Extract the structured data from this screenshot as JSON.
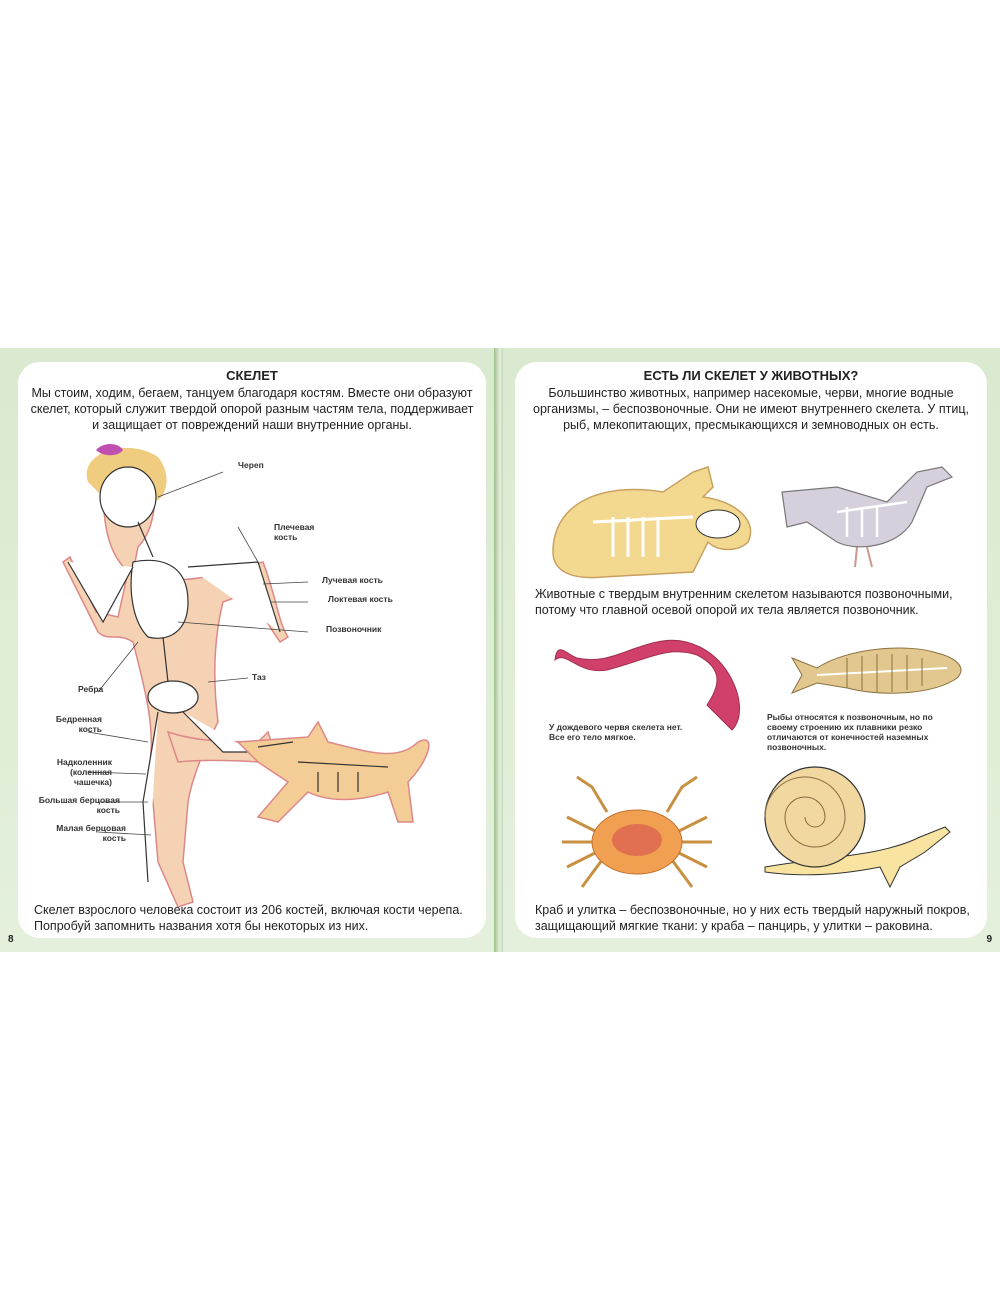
{
  "left_page": {
    "title": "СКЕЛЕТ",
    "intro": "Мы стоим, ходим, бегаем, танцуем благодаря костям. Вместе они образуют скелет, который служит твердой опорой разным частям тела, поддерживает и защищает от повреждений наши внутренние органы.",
    "labels": {
      "skull": "Череп",
      "humerus": "Плечевая кость",
      "radius": "Лучевая кость",
      "ulna": "Локтевая кость",
      "spine": "Позвоночник",
      "pelvis": "Таз",
      "ribs": "Ребра",
      "femur": "Бедренная кость",
      "patella": "Надколенник (коленная чашечка)",
      "tibia": "Большая берцовая кость",
      "fibula": "Малая берцовая кость"
    },
    "footer": "Скелет взрослого человека состоит из 206 костей, включая кости черепа. Попробуй запомнить названия хотя бы некоторых из них.",
    "page_number": "8"
  },
  "right_page": {
    "title": "ЕСТЬ ЛИ СКЕЛЕТ У ЖИВОТНЫХ?",
    "intro": "Большинство животных, например насекомые, черви, многие водные организмы, – беспозвоночные. Они не имеют внутреннего скелета. У птиц, рыб, млекопитающих, пресмыкающихся и земноводных он есть.",
    "vertebrates_text": "Животные с твердым внутренним скелетом называются позвоночными, потому что главной осевой опорой их тела является позвоночник.",
    "worm_caption": "У дождевого червя скелета нет. Все его тело мягкое.",
    "fish_caption": "Рыбы относятся к позвоночным, но по своему строению их плавники резко отличаются от конечностей наземных позвоночных.",
    "footer": "Краб и улитка – беспозвоночные, но у них есть твердый наружный покров, защищающий мягкие ткани: у краба – панцирь, у улитки – раковина.",
    "page_number": "9"
  }
}
